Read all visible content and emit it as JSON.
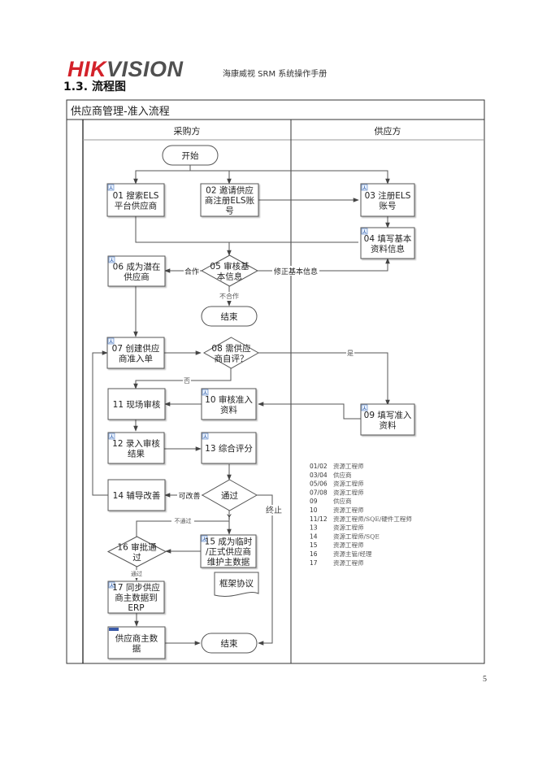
{
  "header": {
    "logo_part1": "HIK",
    "logo_part2": "VISION",
    "doc_title": "海康威视 SRM 系统操作手册"
  },
  "section_heading": "1.3.  流程图",
  "flowchart": {
    "title": "供应商管理-准入流程",
    "lanes": [
      "采购方",
      "供应方"
    ],
    "nodes": {
      "start": [
        "开始"
      ],
      "n01": [
        "01 搜索ELS",
        "平台供应商"
      ],
      "n02": [
        "02 邀请供应",
        "商注册ELS账",
        "号"
      ],
      "n03": [
        "03 注册ELS",
        "账号"
      ],
      "n04": [
        "04 填写基本",
        "资料信息"
      ],
      "n05": [
        "05 审核基",
        "本信息"
      ],
      "n06": [
        "06 成为潜在",
        "供应商"
      ],
      "end1": [
        "结束"
      ],
      "n07": [
        "07 创建供应",
        "商准入单"
      ],
      "n08": [
        "08 需供应",
        "商自评？"
      ],
      "n09": [
        "09 填写准入",
        "资料"
      ],
      "n10": [
        "10 审核准入",
        "资料"
      ],
      "n11": [
        "11 现场审核"
      ],
      "n12": [
        "12 录入审核",
        "结果"
      ],
      "n13": [
        "13 综合评分"
      ],
      "pass": [
        "通过"
      ],
      "n14": [
        "14 辅导改善"
      ],
      "n15": [
        "15 成为临时",
        "/正式供应商",
        "维护主数据"
      ],
      "n16": [
        "16 审批通",
        "过"
      ],
      "agreement": [
        "框架协议"
      ],
      "n17": [
        "17 同步供应",
        "商主数据到",
        "ERP"
      ],
      "master": [
        "供应商主数",
        "据"
      ],
      "end2": [
        "结束"
      ]
    },
    "edge_labels": {
      "cooperate": "合作",
      "fix_info": "修正基本信息",
      "not_cooperate": "不合作",
      "yes": "是",
      "no": "否",
      "improvable": "可改善",
      "terminate": "终止",
      "not_pass": "不通过",
      "pass_y": "Y",
      "approved": "通过"
    },
    "legend": [
      {
        "code": "01/02",
        "role": "资源工程师"
      },
      {
        "code": "03/04",
        "role": "供应商"
      },
      {
        "code": "05/06",
        "role": "资源工程师"
      },
      {
        "code": "07/08",
        "role": "资源工程师"
      },
      {
        "code": "09",
        "role": "供应商"
      },
      {
        "code": "10",
        "role": "资源工程师"
      },
      {
        "code": "11/12",
        "role": "资源工程师/SQE/硬件工程师"
      },
      {
        "code": "13",
        "role": "资源工程师"
      },
      {
        "code": "14",
        "role": "资源工程师/SQE"
      },
      {
        "code": "15",
        "role": "资源工程师"
      },
      {
        "code": "16",
        "role": "资源主管/经理"
      },
      {
        "code": "17",
        "role": "资源工程师"
      }
    ]
  },
  "page_number": "5"
}
